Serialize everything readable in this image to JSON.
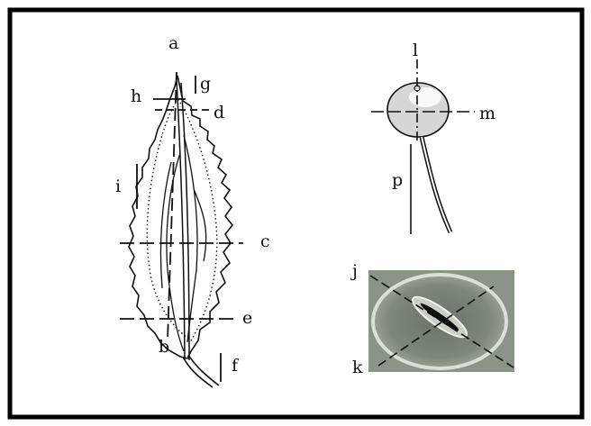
{
  "labels": {
    "a": "a",
    "b": "b",
    "c": "c",
    "d": "d",
    "e": "e",
    "f": "f",
    "g": "g",
    "h": "h",
    "i": "i",
    "j": "j",
    "k": "k",
    "l": "l",
    "m": "m",
    "p": "p"
  },
  "colors": {
    "ink": "#111111",
    "border": "#000000",
    "stomata_bg": "#7f8a7c",
    "stomata_light": "#d9e0d6",
    "fruit_fill": "#c9c9c9"
  }
}
